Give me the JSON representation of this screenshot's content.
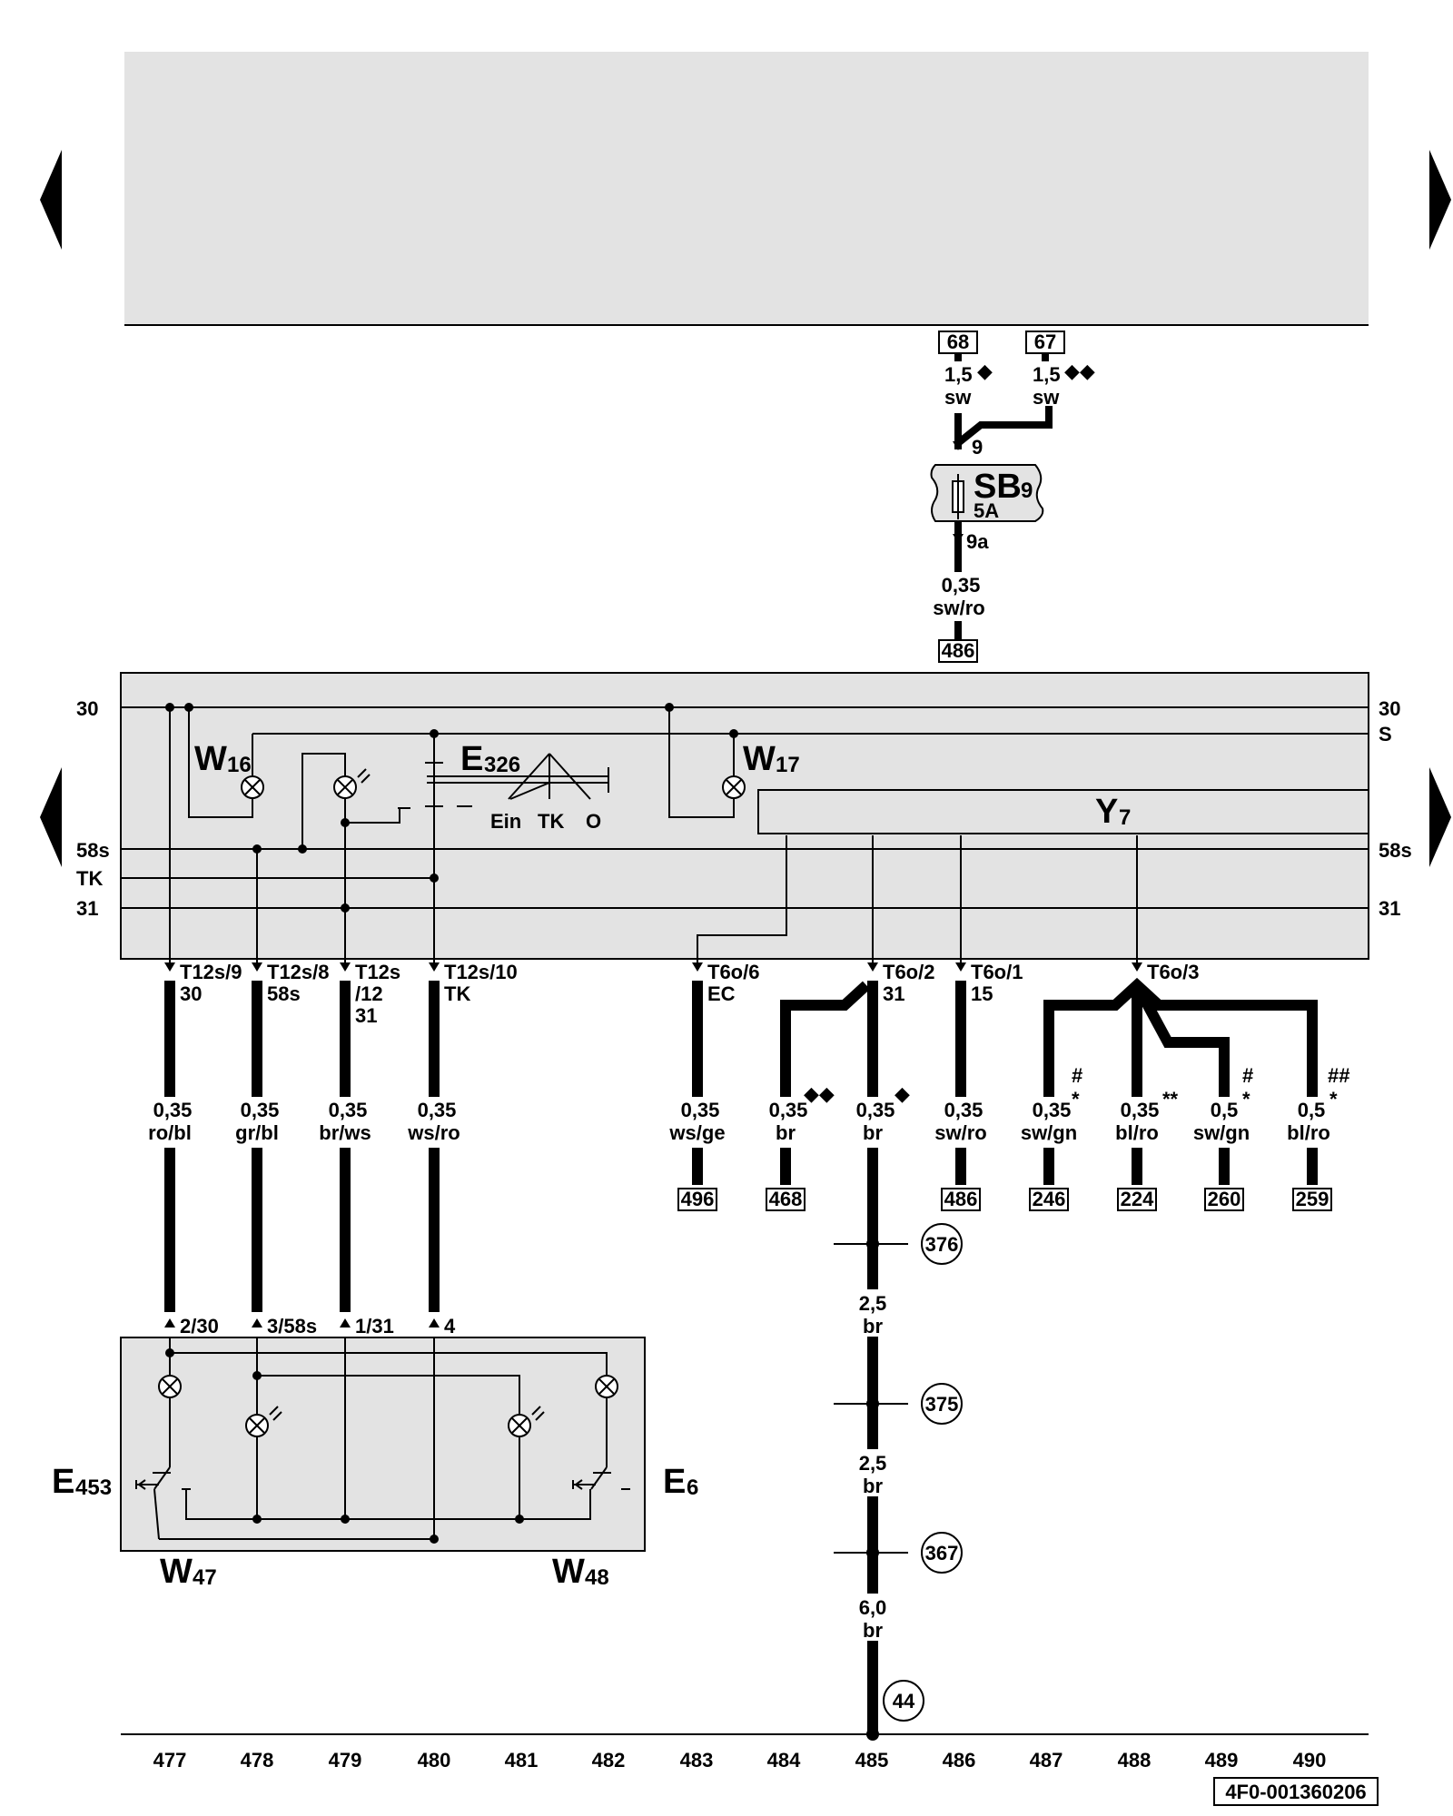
{
  "colors": {
    "panel": "#e3e3e3",
    "line": "#000000",
    "background": "#ffffff"
  },
  "diagram_id": "4F0-001360206",
  "bus_labels": {
    "t30": "30",
    "ts": "S",
    "t58s": "58s",
    "tk": "TK",
    "t31": "31"
  },
  "components": {
    "w16": {
      "main": "W",
      "sub": "16"
    },
    "w17": {
      "main": "W",
      "sub": "17"
    },
    "e326": {
      "main": "E",
      "sub": "326"
    },
    "y7": {
      "main": "Y",
      "sub": "7"
    },
    "sb9": {
      "main": "SB",
      "sub": "9",
      "rating": "5A",
      "pin_in": "9",
      "pin_out": "9a"
    },
    "e453": {
      "main": "E",
      "sub": "453"
    },
    "e6": {
      "main": "E",
      "sub": "6"
    },
    "w47": {
      "main": "W",
      "sub": "47"
    },
    "w48": {
      "main": "W",
      "sub": "48"
    }
  },
  "switch_positions": [
    "Ein",
    "TK",
    "O"
  ],
  "top_refs": [
    {
      "ref": "68",
      "size": "1,5",
      "color": "sw",
      "mark": "◆"
    },
    {
      "ref": "67",
      "size": "1,5",
      "color": "sw",
      "mark": "◆◆"
    }
  ],
  "fuse_out": {
    "size": "0,35",
    "color": "sw/ro",
    "ref": "486"
  },
  "connectors": [
    {
      "pin": "T12s/9",
      "term": "30"
    },
    {
      "pin": "T12s/8",
      "term": "58s"
    },
    {
      "pin": "T12s",
      "term": "/12",
      "term2": "31"
    },
    {
      "pin": "T12s/10",
      "term": "TK"
    },
    {
      "pin": "T6o/6",
      "term": "EC"
    },
    {
      "pin": "T6o/2",
      "term": "31"
    },
    {
      "pin": "T6o/1",
      "term": "15"
    },
    {
      "pin": "T6o/3",
      "term": ""
    }
  ],
  "wires": [
    {
      "size": "0,35",
      "color": "ro/bl",
      "mark": ""
    },
    {
      "size": "0,35",
      "color": "gr/bl",
      "mark": ""
    },
    {
      "size": "0,35",
      "color": "br/ws",
      "mark": ""
    },
    {
      "size": "0,35",
      "color": "ws/ro",
      "mark": ""
    },
    {
      "size": "0,35",
      "color": "ws/ge",
      "mark": "",
      "ref": "496"
    },
    {
      "size": "0,35",
      "color": "br",
      "mark": "◆◆",
      "ref": "468"
    },
    {
      "size": "0,35",
      "color": "br",
      "mark": "◆"
    },
    {
      "size": "0,35",
      "color": "sw/ro",
      "mark": "",
      "ref": "486"
    },
    {
      "size": "0,35",
      "color": "sw/gn",
      "mark": "#",
      "mark2": "*",
      "ref": "246"
    },
    {
      "size": "0,35",
      "color": "bl/ro",
      "mark": "**",
      "ref": "224"
    },
    {
      "size": "0,5",
      "color": "sw/gn",
      "mark": "#",
      "mark2": "*",
      "ref": "260"
    },
    {
      "size": "0,5",
      "color": "bl/ro",
      "mark": "##",
      "mark2": "*",
      "ref": "259"
    }
  ],
  "lower_pins": [
    "2/30",
    "3/58s",
    "1/31",
    "4"
  ],
  "ground_segments": [
    {
      "size": "2,5",
      "color": "br"
    },
    {
      "size": "2,5",
      "color": "br"
    },
    {
      "size": "6,0",
      "color": "br"
    }
  ],
  "ground_points": [
    "376",
    "375",
    "367",
    "44"
  ],
  "columns": [
    "477",
    "478",
    "479",
    "480",
    "481",
    "482",
    "483",
    "484",
    "485",
    "486",
    "487",
    "488",
    "489",
    "490"
  ]
}
